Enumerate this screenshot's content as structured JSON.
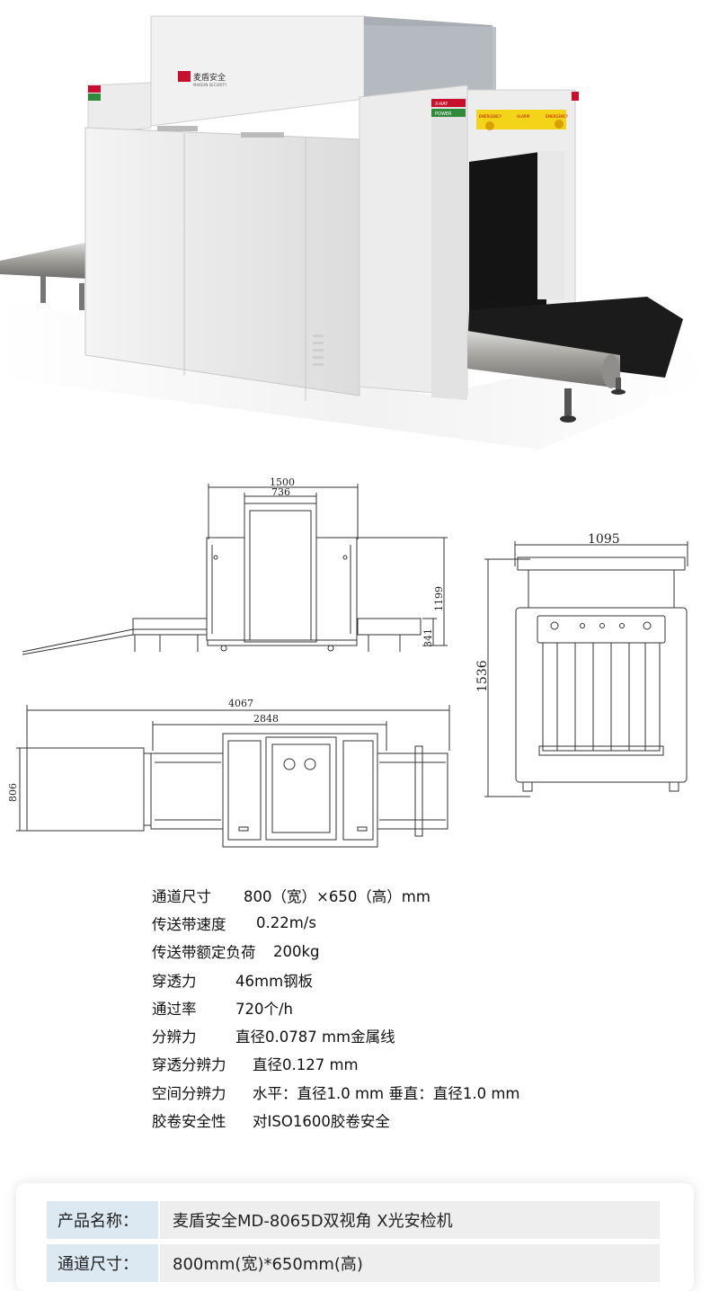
{
  "product_photo": {
    "logo_text": "麦盾安全",
    "logo_subtext": "MAIDUN SECURITY",
    "panel_labels": [
      "X-RAY",
      "POWER"
    ],
    "control_labels": [
      "EMERGENCY",
      "ALARM",
      "EMERGENCY"
    ]
  },
  "drawings": {
    "front_view": {
      "overall_width": "1500",
      "center_width": "736",
      "height": "1199",
      "belt_height": "341"
    },
    "side_view": {
      "width": "1095",
      "height": "1536"
    },
    "top_view": {
      "total_length": "4067",
      "body_length": "2848",
      "depth": "806"
    }
  },
  "specs": [
    {
      "label": "通道尺寸",
      "value": "800（宽）×650（高）mm"
    },
    {
      "label": "传送带速度",
      "value": "0.22m/s"
    },
    {
      "label": "传送带额定负荷",
      "value": "200kg"
    },
    {
      "label": "穿透力",
      "value": "46mm钢板"
    },
    {
      "label": "通过率",
      "value": "720个/h"
    },
    {
      "label": "分辨力",
      "value": "直径0.0787 mm金属线"
    },
    {
      "label": "穿透分辨力",
      "value": "直径0.127 mm"
    },
    {
      "label": "空间分辨力",
      "value": "水平：直径1.0 mm 垂直：直径1.0 mm"
    },
    {
      "label": "胶卷安全性",
      "value": "对ISO1600胶卷安全"
    }
  ],
  "info_table": [
    {
      "label": "产品名称：",
      "value": "麦盾安全MD-8065D双视角 X光安检机"
    },
    {
      "label": "通道尺寸：",
      "value": "800mm(宽)*650mm(高)"
    }
  ]
}
